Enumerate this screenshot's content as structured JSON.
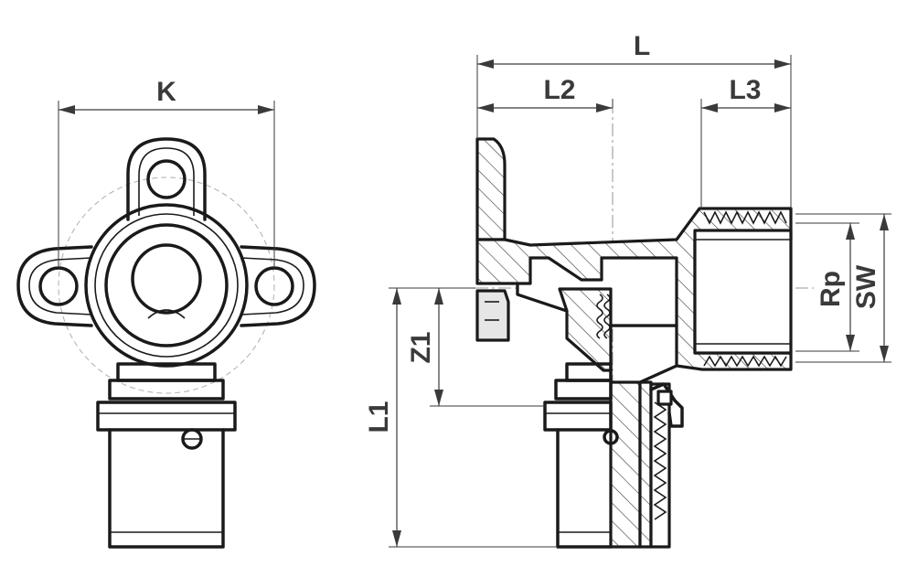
{
  "drawing": {
    "front_view": {
      "dimensions": {
        "width_label": "K"
      }
    },
    "side_view": {
      "dimensions": {
        "overall_length_label": "L",
        "length_2_label": "L2",
        "length_3_label": "L3",
        "height_label": "L1",
        "offset_label": "Z1",
        "thread_label": "Rp",
        "wrench_size_label": "SW"
      }
    }
  }
}
